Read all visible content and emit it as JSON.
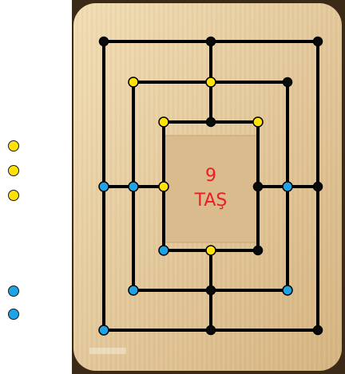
{
  "colors": {
    "yellow": "#ffe20a",
    "blue": "#1ea3e6",
    "black": "#0a0a0a",
    "empty": "#0a0a0a",
    "board_wood": "#e4cc9e",
    "center_text": "#ee1c25"
  },
  "center": {
    "count": "9",
    "label": "TAŞ"
  },
  "reserve_yellow_count": 3,
  "reserve_blue_count": 2,
  "points": [
    {
      "id": "a7",
      "state": "empty"
    },
    {
      "id": "d7",
      "state": "empty"
    },
    {
      "id": "g7",
      "state": "empty"
    },
    {
      "id": "b6",
      "state": "yellow"
    },
    {
      "id": "d6",
      "state": "yellow"
    },
    {
      "id": "f6",
      "state": "empty"
    },
    {
      "id": "c5",
      "state": "yellow"
    },
    {
      "id": "d5",
      "state": "empty"
    },
    {
      "id": "e5",
      "state": "yellow"
    },
    {
      "id": "a4",
      "state": "blue"
    },
    {
      "id": "b4",
      "state": "blue"
    },
    {
      "id": "c4",
      "state": "yellow"
    },
    {
      "id": "e4",
      "state": "empty"
    },
    {
      "id": "f4",
      "state": "blue"
    },
    {
      "id": "g4",
      "state": "empty"
    },
    {
      "id": "c3",
      "state": "blue"
    },
    {
      "id": "d3",
      "state": "yellow"
    },
    {
      "id": "e3",
      "state": "empty"
    },
    {
      "id": "b2",
      "state": "blue"
    },
    {
      "id": "d2",
      "state": "empty"
    },
    {
      "id": "f2",
      "state": "blue"
    },
    {
      "id": "a1",
      "state": "blue"
    },
    {
      "id": "d1",
      "state": "empty"
    },
    {
      "id": "g1",
      "state": "empty"
    }
  ]
}
